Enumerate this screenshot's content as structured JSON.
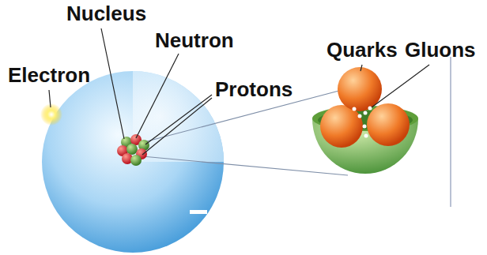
{
  "diagram": {
    "labels": [
      "Nucleus",
      "Neutron",
      "Electron",
      "Protons",
      "Quarks",
      "Gluons"
    ]
  }
}
